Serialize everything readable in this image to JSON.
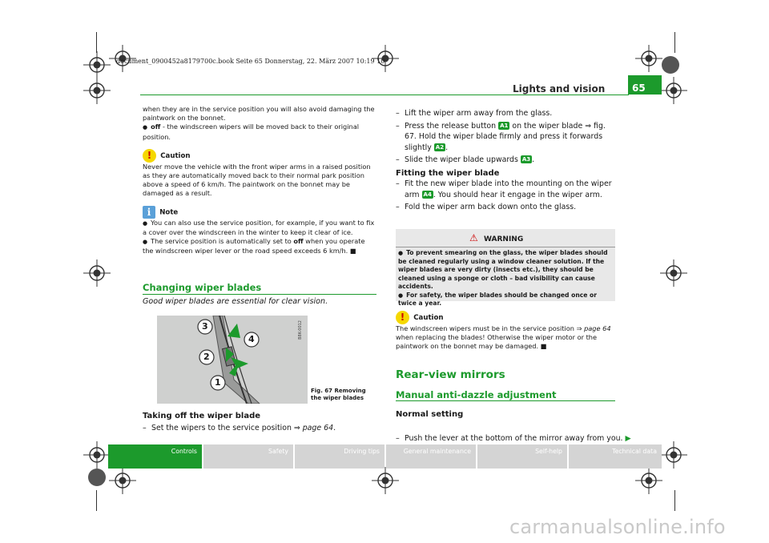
{
  "header": {
    "filename": "document_0900452a8179700c.book  Seite 65  Donnerstag, 22. März 2007  10:19 10",
    "section_title": "Lights and vision",
    "page_number": "65"
  },
  "left": {
    "intro": "when they are in the service position you will also avoid damaging the paintwork on the bonnet.",
    "off_word": "off",
    "off_text": " - the windscreen wipers will be moved back to their original position.",
    "caution_title": "Caution",
    "caution_text": "Never move the vehicle with the front wiper arms in a raised position as they are automatically moved back to their normal park position above a speed of 6 km/h. The paintwork on the bonnet may be damaged as a result.",
    "note_title": "Note",
    "note_1": "You can also use the service position, for example, if you want to fix a cover over the windscreen in the winter to keep it clear of ice.",
    "note_2_a": "The service position is automatically set to ",
    "note_2_off": "off",
    "note_2_b": " when you operate the windscreen wiper lever or the road speed exceeds 6 km/h.",
    "heading": "Changing wiper blades",
    "subtitle": "Good wiper blades are essential for clear vision.",
    "figure_code": "B8K-0012",
    "figure_caption": "Fig. 67  Removing the wiper blades",
    "figure_labels": [
      "3",
      "2",
      "4",
      "1"
    ],
    "taking_off_heading": "Taking off the wiper blade",
    "step_1_a": "Set the wipers to the service position ",
    "step_1_ref": "⇒ page 64",
    "step_1_end": "."
  },
  "right": {
    "step_lift": "Lift the wiper arm away from the glass.",
    "step_press_a": "Press the release button ",
    "ref_a1": "A1",
    "step_press_b": " on the wiper blade ⇒ fig. 67. Hold the wiper blade firmly and press it forwards slightly ",
    "ref_a2": "A2",
    "step_press_end": ".",
    "step_slide_a": "Slide the wiper blade upwards ",
    "ref_a3": "A3",
    "step_slide_end": ".",
    "fitting_heading": "Fitting the wiper blade",
    "step_fit_a": "Fit the new wiper blade into the mounting on the wiper arm ",
    "ref_a4": "A4",
    "step_fit_b": ". You should hear it engage in the wiper arm.",
    "step_fold": "Fold the wiper arm back down onto the glass.",
    "warning_title": "WARNING",
    "warning_1": "To prevent smearing on the glass, the wiper blades should be cleaned regularly using a window cleaner solution. If the wiper blades are very dirty (insects etc.), they should be cleaned using a sponge or cloth – bad visibility can cause accidents.",
    "warning_2": "For safety, the wiper blades should be changed once or twice a year.",
    "caution_title": "Caution",
    "caution_text_a": "The windscreen wipers must be in the service position ",
    "caution_ref": "⇒ page 64",
    "caution_text_b": " when replacing the blades! Otherwise the wiper motor or the paintwork on the bonnet may be damaged.",
    "mirrors_heading": "Rear-view mirrors",
    "mirrors_subheading": "Manual anti-dazzle adjustment",
    "normal_heading": "Normal setting",
    "normal_step": "Push the lever at the bottom of the mirror away from you."
  },
  "tabs": [
    "Controls",
    "Safety",
    "Driving tips",
    "General maintenance",
    "Self-help",
    "Technical data"
  ],
  "watermark": "carmanualsonline.info",
  "colors": {
    "accent_green": "#1c9a2c",
    "tab_grey": "#d4d4d4",
    "warning_bg": "#e8e8e8"
  }
}
